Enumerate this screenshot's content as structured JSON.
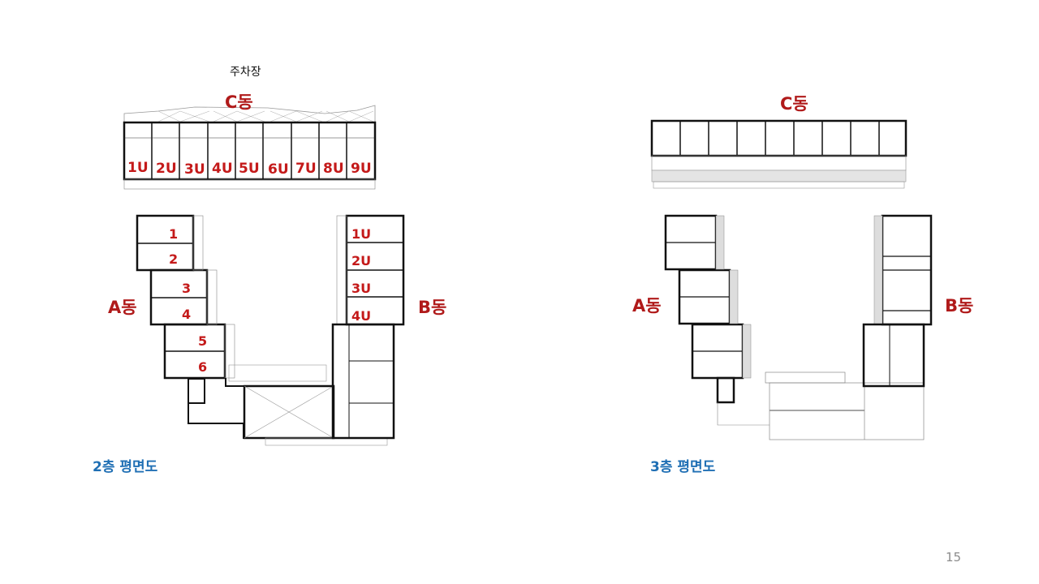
{
  "slide": {
    "page_number": "15",
    "colors": {
      "building_label": "#b01a1a",
      "unit_label": "#c41a1a",
      "floor_title": "#1f6fb4",
      "wall": "#111111"
    }
  },
  "floor2": {
    "title": "2층 평면도",
    "parking_label": "주차장",
    "buildings": {
      "A": {
        "label": "A동",
        "units": [
          "1",
          "2",
          "3",
          "4",
          "5",
          "6"
        ]
      },
      "B": {
        "label": "B동",
        "units": [
          "1U",
          "2U",
          "3U",
          "4U"
        ]
      },
      "C": {
        "label": "C동",
        "units": [
          "1U",
          "2U",
          "3U",
          "4U",
          "5U",
          "6U",
          "7U",
          "8U",
          "9U"
        ]
      }
    }
  },
  "floor3": {
    "title": "3층 평면도",
    "buildings": {
      "A": {
        "label": "A동"
      },
      "B": {
        "label": "B동"
      },
      "C": {
        "label": "C동"
      }
    }
  }
}
